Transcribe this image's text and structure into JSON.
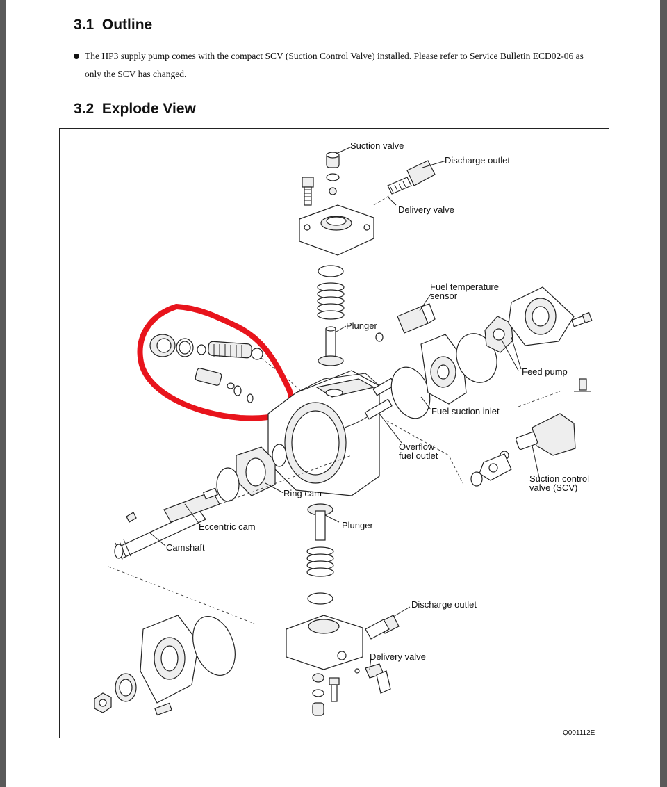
{
  "sections": [
    {
      "number": "3.1",
      "title": "Outline"
    },
    {
      "number": "3.2",
      "title": "Explode View"
    }
  ],
  "outline": {
    "bullet_line1": "The HP3 supply pump comes with the compact SCV (Suction Control Valve) installed. Please refer to Service Bulletin ECD02-06 as",
    "bullet_line2": "only the SCV has changed."
  },
  "figure": {
    "code": "Q001112E",
    "highlight_color": "#e8141c",
    "labels": {
      "suction_valve": "Suction valve",
      "discharge_outlet_top": "Discharge outlet",
      "delivery_valve_top": "Delivery valve",
      "fuel_temp_sensor_1": "Fuel temperature",
      "fuel_temp_sensor_2": "sensor",
      "plunger_top": "Plunger",
      "feed_pump": "Feed pump",
      "fuel_suction_inlet": "Fuel suction inlet",
      "overflow_1": "Overflow",
      "overflow_2": "fuel outlet",
      "scv_1": "Suction control",
      "scv_2": "valve (SCV)",
      "ring_cam": "Ring cam",
      "eccentric_cam": "Eccentric cam",
      "plunger_bottom": "Plunger",
      "camshaft": "Camshaft",
      "discharge_outlet_bottom": "Discharge outlet",
      "delivery_valve_bottom": "Delivery valve"
    }
  }
}
